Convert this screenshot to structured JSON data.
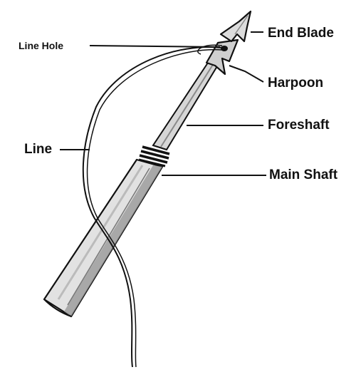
{
  "labels": {
    "line_hole": "Line Hole",
    "end_blade": "End Blade",
    "harpoon": "Harpoon",
    "foreshaft": "Foreshaft",
    "line": "Line",
    "main_shaft": "Main Shaft"
  },
  "colors": {
    "ink": "#111111",
    "shaft_fill": "#d9d9d9",
    "shaft_shade": "#8c8c8c",
    "blade_fill": "#cfcfcf",
    "background": "#ffffff"
  }
}
